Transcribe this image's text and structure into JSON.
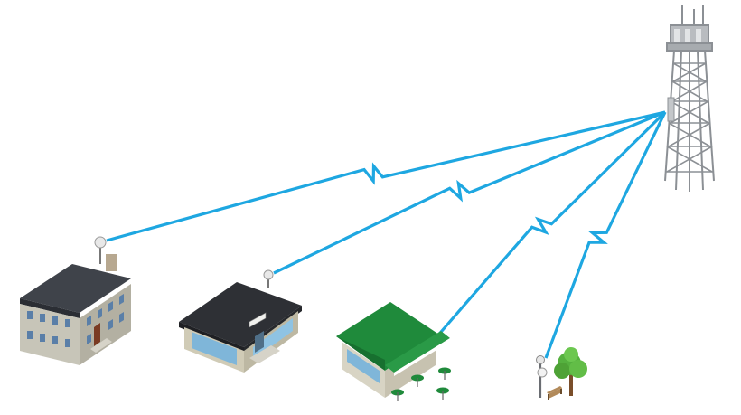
{
  "diagram": {
    "nodes": [
      {
        "id": "tower",
        "name": "cell-tower"
      },
      {
        "id": "house",
        "name": "house"
      },
      {
        "id": "office",
        "name": "office-building"
      },
      {
        "id": "cafe",
        "name": "cafe"
      },
      {
        "id": "park",
        "name": "park-lamp"
      }
    ],
    "links": [
      {
        "from": "tower",
        "to": "house"
      },
      {
        "from": "tower",
        "to": "office"
      },
      {
        "from": "tower",
        "to": "cafe"
      },
      {
        "from": "tower",
        "to": "park"
      }
    ]
  },
  "colors": {
    "link": "#1ea7e1",
    "roof_dark": "#3a3d44",
    "roof_green": "#1f8a3b",
    "wall": "#c9c7bc",
    "tower": "#9a9ea3"
  },
  "icons": [
    "cell-tower-icon",
    "house-icon",
    "office-building-icon",
    "cafe-icon",
    "park-lamp-icon",
    "tree-icon",
    "bench-icon"
  ]
}
